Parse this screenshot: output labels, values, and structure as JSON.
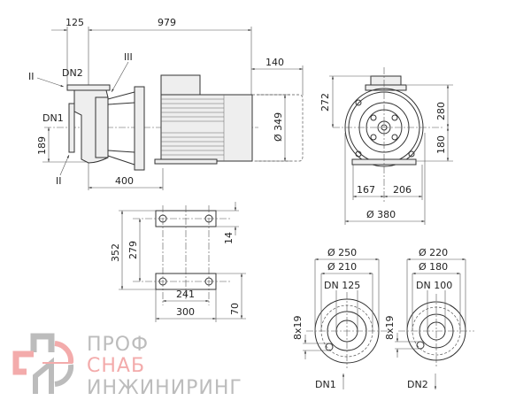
{
  "side_view": {
    "dim_125": "125",
    "dim_979": "979",
    "dim_140": "140",
    "dim_349": "Ø 349",
    "dim_189": "189",
    "dim_400": "400",
    "label_dn1": "DN1",
    "label_dn2": "DN2",
    "label_ii_top": "II",
    "label_ii_bottom": "II",
    "label_iii": "III"
  },
  "front_view": {
    "dim_272": "272",
    "dim_280": "280",
    "dim_180": "180",
    "dim_167": "167",
    "dim_206": "206",
    "dim_380": "Ø 380"
  },
  "foot_plan": {
    "dim_352": "352",
    "dim_279": "279",
    "dim_14": "14",
    "dim_241": "241",
    "dim_300": "300",
    "dim_70": "70"
  },
  "flange_dn1": {
    "outer": "Ø 250",
    "bolt_circle": "Ø 210",
    "nominal": "DN 125",
    "holes": "8x19",
    "label": "DN1"
  },
  "flange_dn2": {
    "outer": "Ø 220",
    "bolt_circle": "Ø 180",
    "nominal": "DN 100",
    "holes": "8x19",
    "label": "DN2"
  },
  "logo": {
    "line1": "ПРОФ",
    "line2": "СНАБ",
    "line3": "ИНЖИНИРИНГ",
    "color_gray": "#b5b5b5",
    "color_red": "#f2a3a3"
  }
}
